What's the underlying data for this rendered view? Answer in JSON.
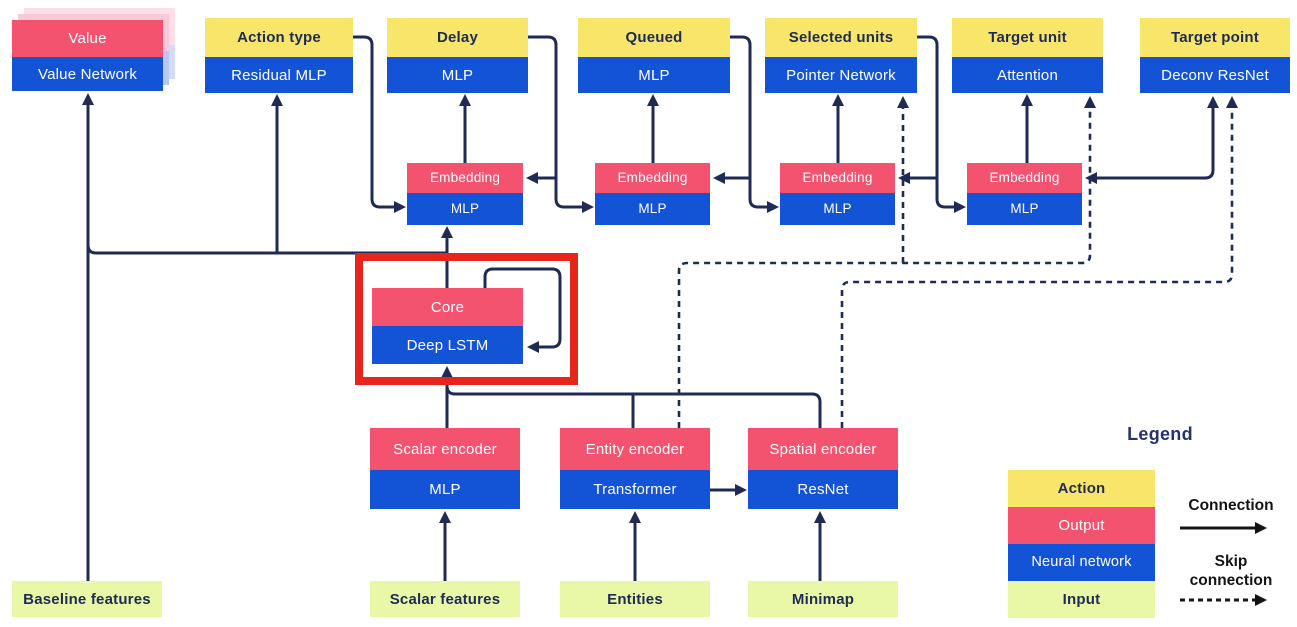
{
  "diagram": {
    "heads": [
      {
        "action": "Value",
        "network": "Value Network"
      },
      {
        "action": "Action type",
        "network": "Residual MLP"
      },
      {
        "action": "Delay",
        "network": "MLP"
      },
      {
        "action": "Queued",
        "network": "MLP"
      },
      {
        "action": "Selected units",
        "network": "Pointer Network"
      },
      {
        "action": "Target unit",
        "network": "Attention"
      },
      {
        "action": "Target point",
        "network": "Deconv ResNet"
      }
    ],
    "embeddings": [
      {
        "top": "Embedding",
        "bottom": "MLP"
      },
      {
        "top": "Embedding",
        "bottom": "MLP"
      },
      {
        "top": "Embedding",
        "bottom": "MLP"
      },
      {
        "top": "Embedding",
        "bottom": "MLP"
      }
    ],
    "core": {
      "top": "Core",
      "bottom": "Deep LSTM"
    },
    "encoders": [
      {
        "top": "Scalar encoder",
        "bottom": "MLP"
      },
      {
        "top": "Entity encoder",
        "bottom": "Transformer"
      },
      {
        "top": "Spatial encoder",
        "bottom": "ResNet"
      }
    ],
    "inputs": [
      "Baseline features",
      "Scalar features",
      "Entities",
      "Minimap"
    ],
    "legend": {
      "title": "Legend",
      "items": [
        {
          "label": "Action",
          "color": "#F8E66A"
        },
        {
          "label": "Output",
          "color": "#F3536E"
        },
        {
          "label": "Neural network",
          "color": "#1353D5"
        },
        {
          "label": "Input",
          "color": "#E9F8A7"
        }
      ],
      "connection_label": "Connection",
      "skip_connection_label": "Skip connection"
    },
    "colors": {
      "action_yellow": "#F8E66A",
      "output_pink": "#F3536E",
      "network_blue": "#1353D5",
      "input_green": "#E9F8A7",
      "wire_navy": "#1f2b54",
      "highlight_red": "#E8251D"
    }
  }
}
